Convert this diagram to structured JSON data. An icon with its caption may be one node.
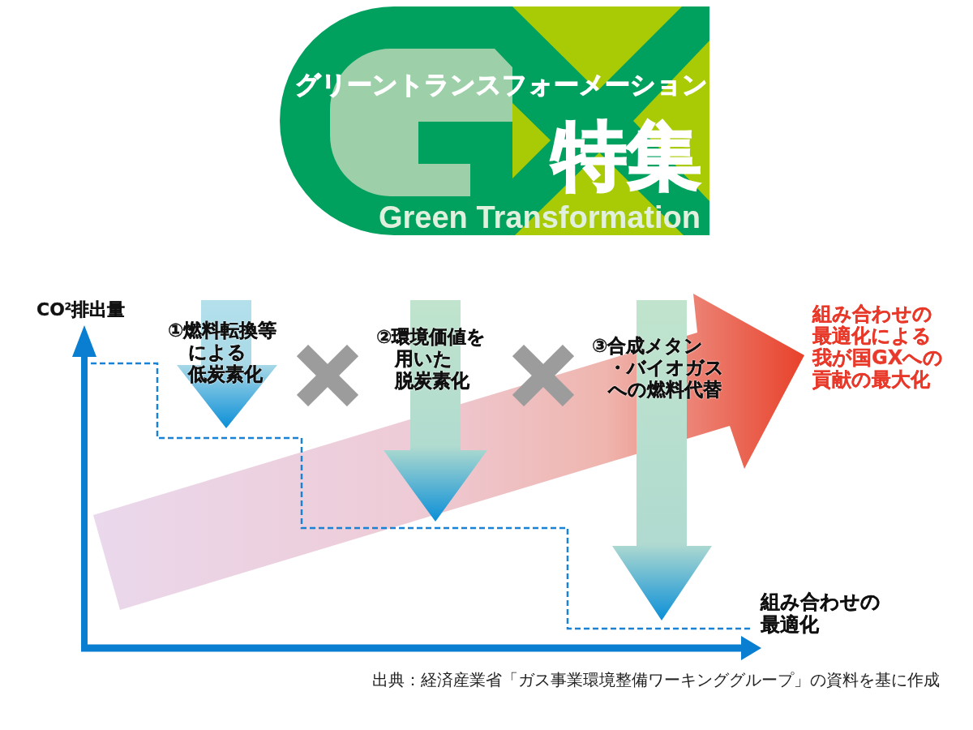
{
  "diagram": {
    "caption": "出典：経済産業省「ガス事業環境整備ワーキンググループ」の資料を基に作成",
    "nodes": [
      {
        "text": [
          "グリーントランスフォーメーション",
          "特集",
          "Green Transformation"
        ]
      },
      {
        "text": [
          "①燃料転換等による低炭素化"
        ]
      },
      {
        "text": [
          "②環境価値を用いた脱炭素化"
        ]
      },
      {
        "text": [
          "③合成メタン・バイオガスへの燃料代替"
        ]
      },
      {
        "text": [],
        "shape": "arrow",
        "beside": [
          "組み合わせの最適化による我が国GXへの貢献の最大化"
        ]
      }
    ],
    "labels": [
      "CO$^{2}$排出量",
      "組み合わせの最適化"
    ]
  }
}
